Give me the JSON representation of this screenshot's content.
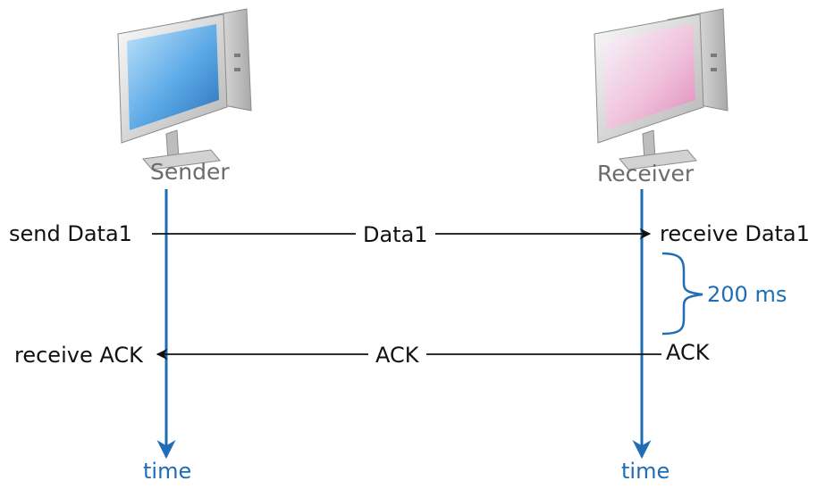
{
  "nodes": {
    "sender": {
      "label": "Sender",
      "screen_color": "#3d8fd6"
    },
    "receiver": {
      "label": "Receiver",
      "screen_color": "#e9a9cc"
    }
  },
  "axis": {
    "sender_time_label": "time",
    "receiver_time_label": "time"
  },
  "messages": {
    "data": {
      "label": "Data1",
      "sender_event": "send Data1",
      "receiver_event": "receive Data1",
      "direction": "sender-to-receiver"
    },
    "ack": {
      "label": "ACK",
      "sender_event": "receive ACK",
      "receiver_event": "ACK",
      "direction": "receiver-to-sender"
    }
  },
  "delay": {
    "label": "200 ms"
  },
  "colors": {
    "timeline": "#1f6db5",
    "arrow": "#111111",
    "node_label": "#6b6b6b"
  }
}
